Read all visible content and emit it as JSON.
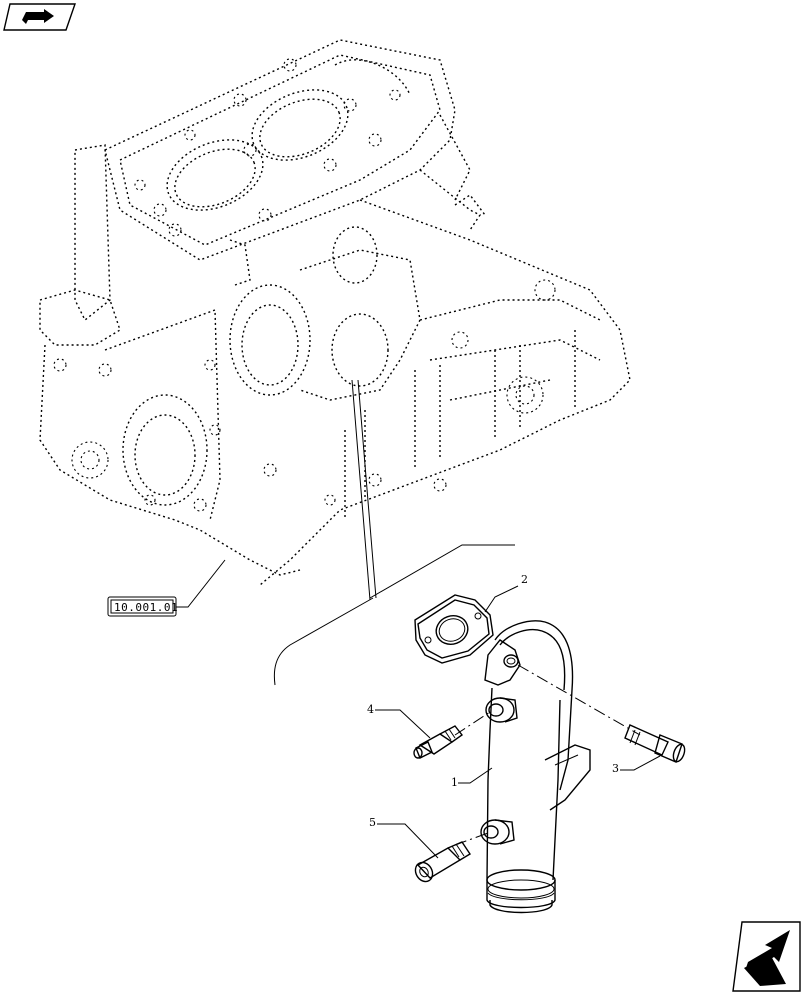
{
  "reference_box": {
    "text": "10.001.01"
  },
  "callouts": [
    {
      "id": "1",
      "text": "1"
    },
    {
      "id": "2",
      "text": "2"
    },
    {
      "id": "3",
      "text": "3"
    },
    {
      "id": "4",
      "text": "4"
    },
    {
      "id": "5",
      "text": "5"
    }
  ],
  "icons": {
    "top_left": "book-arrow-icon",
    "bottom_right": "next-page-arrow-icon"
  }
}
